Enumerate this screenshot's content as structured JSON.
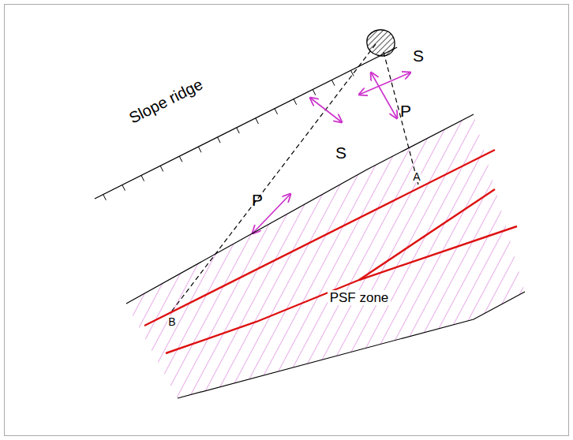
{
  "diagram": {
    "nodes": [
      {
        "text": [
          "PSF zone"
        ]
      }
    ],
    "labels": [
      "Slope ridge",
      "P",
      "S",
      "P",
      "S",
      "A",
      "B"
    ]
  }
}
